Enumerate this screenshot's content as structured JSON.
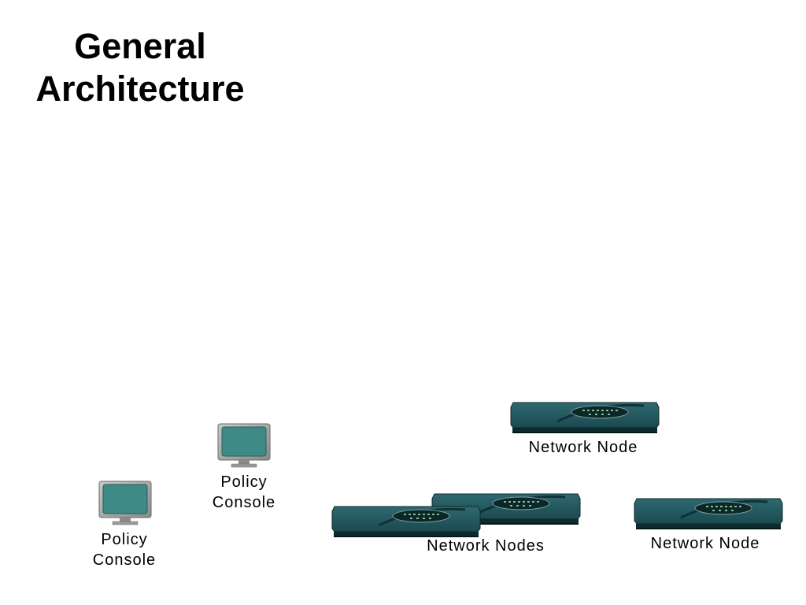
{
  "title": {
    "line1": "General",
    "line2": "Architecture"
  },
  "consoles": [
    {
      "line1": "Policy",
      "line2": "Console"
    },
    {
      "line1": "Policy",
      "line2": "Console"
    }
  ],
  "nodes": {
    "top": "Network Node",
    "group": "Network Nodes",
    "right": "Network Node"
  },
  "colors": {
    "screen": "#3d8a86",
    "bezel": "#a8a8a8",
    "router_body": "#1f5258",
    "router_dark": "#0d2a2e"
  }
}
